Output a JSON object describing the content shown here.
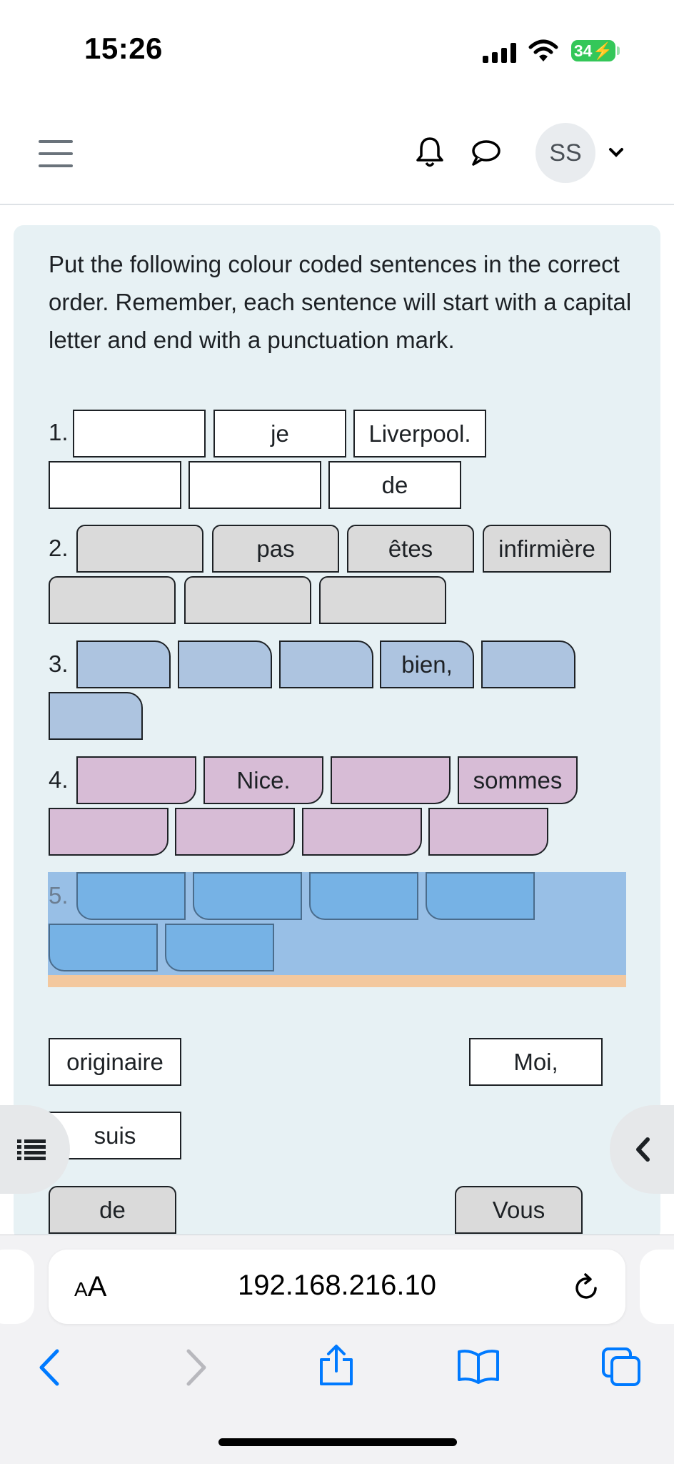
{
  "status_bar": {
    "time": "15:26",
    "battery": "34"
  },
  "header": {
    "avatar_initials": "SS"
  },
  "instructions": "Put the following colour coded sentences in the correct order. Remember, each sentence will start with a capital letter and end with a punctuation mark.",
  "rows": [
    {
      "number": "1.",
      "boxes": [
        "",
        "je",
        "Liverpool.",
        "",
        "",
        "de"
      ]
    },
    {
      "number": "2.",
      "boxes": [
        "",
        "pas",
        "êtes",
        "infirmière",
        "",
        "",
        ""
      ]
    },
    {
      "number": "3.",
      "boxes": [
        "",
        "",
        "",
        "bien,",
        "",
        ""
      ]
    },
    {
      "number": "4.",
      "boxes": [
        "",
        "Nice.",
        "",
        "sommes",
        "",
        "",
        "",
        ""
      ]
    },
    {
      "number": "5.",
      "boxes": [
        "",
        "",
        "",
        "",
        "",
        ""
      ]
    }
  ],
  "draggables": [
    "originaire",
    "Moi,",
    "suis",
    "de",
    "Vous"
  ],
  "browser": {
    "aa_label": "AA",
    "url": "192.168.216.10"
  },
  "colors": {
    "white": "#ffffff",
    "grey": "#dadada",
    "blue": "#adc4e0",
    "pink": "#d7bcd6",
    "sky": "#76b2e5",
    "accent": "#007aff"
  }
}
